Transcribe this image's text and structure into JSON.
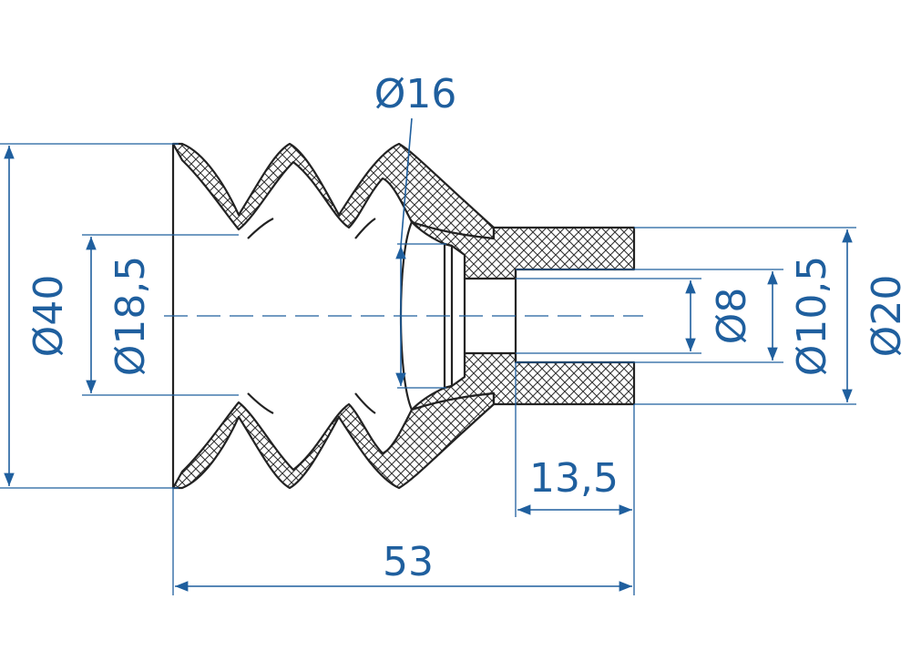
{
  "dimensions": {
    "overall_diameter": "Ø40",
    "inner_diameter": "Ø18,5",
    "cup_diameter": "Ø16",
    "hole_diameter": "Ø8",
    "bore_diameter": "Ø10,5",
    "stem_diameter": "Ø20",
    "stem_length": "13,5",
    "overall_length": "53"
  },
  "colors": {
    "dimension": "#1f5f9e",
    "outline": "#222222"
  }
}
